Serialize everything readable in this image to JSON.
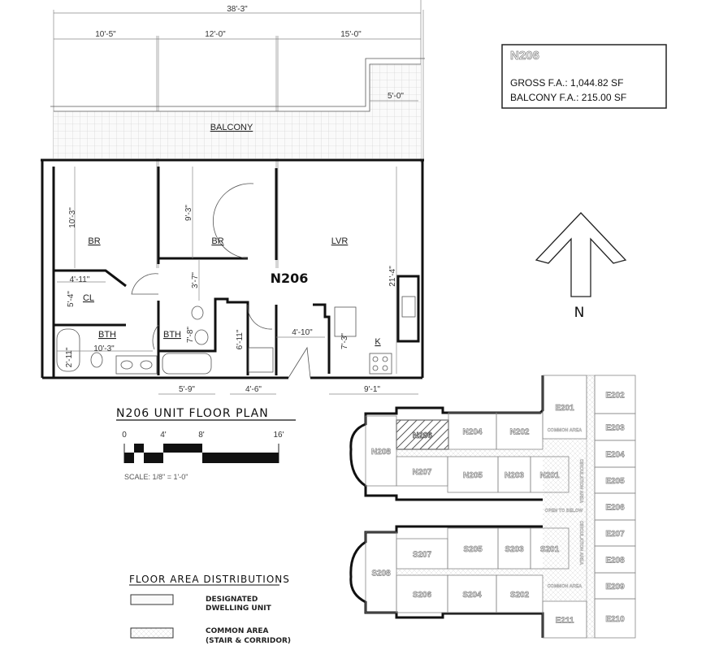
{
  "info_box": {
    "unit": "N206",
    "gross": "GROSS F.A.: 1,044.82 SF",
    "balcony": "BALCONY F.A.: 215.00 SF"
  },
  "plan": {
    "unit_label": "N206",
    "rooms": {
      "balcony": "BALCONY",
      "br1": "BR",
      "br2": "BR",
      "lvr": "LVR",
      "cl": "CL",
      "bth1": "BTH",
      "bth2": "BTH",
      "k": "K"
    },
    "dimensions": {
      "overall": "38'-3\"",
      "top1": "10'-5\"",
      "top2": "12'-0\"",
      "top3": "15'-0\"",
      "balcony_depth": "5'-0\"",
      "br1_depth": "10'-3\"",
      "br2_depth": "9'-3\"",
      "lvr_depth": "21'-4\"",
      "cl_width": "4'-11\"",
      "cl_depth": "5'-4\"",
      "hall": "3'-7\"",
      "bth1_width": "10'-3\"",
      "bth1_tub": "2'-11\"",
      "bth2_depth": "7'-8\"",
      "laundry": "6'-11\"",
      "entry": "4'-10\"",
      "kitchen_depth": "7'-3\"",
      "bottom1": "5'-9\"",
      "bottom2": "4'-6\"",
      "bottom3": "9'-1\""
    }
  },
  "title": "N206 UNIT FLOOR PLAN",
  "scale": {
    "ticks": [
      "0",
      "4'",
      "8'",
      "16'"
    ],
    "text": "SCALE: 1/8\" = 1'-0\""
  },
  "compass": {
    "label": "N",
    "icon": "north-arrow-icon"
  },
  "site_plan": {
    "highlighted_unit": "N206",
    "units": [
      "N206",
      "N204",
      "N202",
      "N208",
      "N207",
      "N205",
      "N203",
      "N201",
      "E201",
      "E202",
      "E203",
      "E204",
      "E205",
      "E206",
      "E207",
      "E208",
      "E209",
      "E210",
      "E211",
      "S207",
      "S205",
      "S203",
      "S201",
      "S208",
      "S206",
      "S204",
      "S202"
    ],
    "common_area_1": "COMMON AREA",
    "common_area_2": "COMMON AREA",
    "circulation_1": "CIRCULATION AREA",
    "circulation_2": "CIRCULATION AREA",
    "open_to_below": "OPEN TO BELOW"
  },
  "legend": {
    "title": "FLOOR AREA DISTRIBUTIONS",
    "items": [
      {
        "line1": "DESIGNATED",
        "line2": "DWELLING UNIT"
      },
      {
        "line1": "COMMON AREA",
        "line2": "(STAIR & CORRIDOR)"
      }
    ]
  }
}
